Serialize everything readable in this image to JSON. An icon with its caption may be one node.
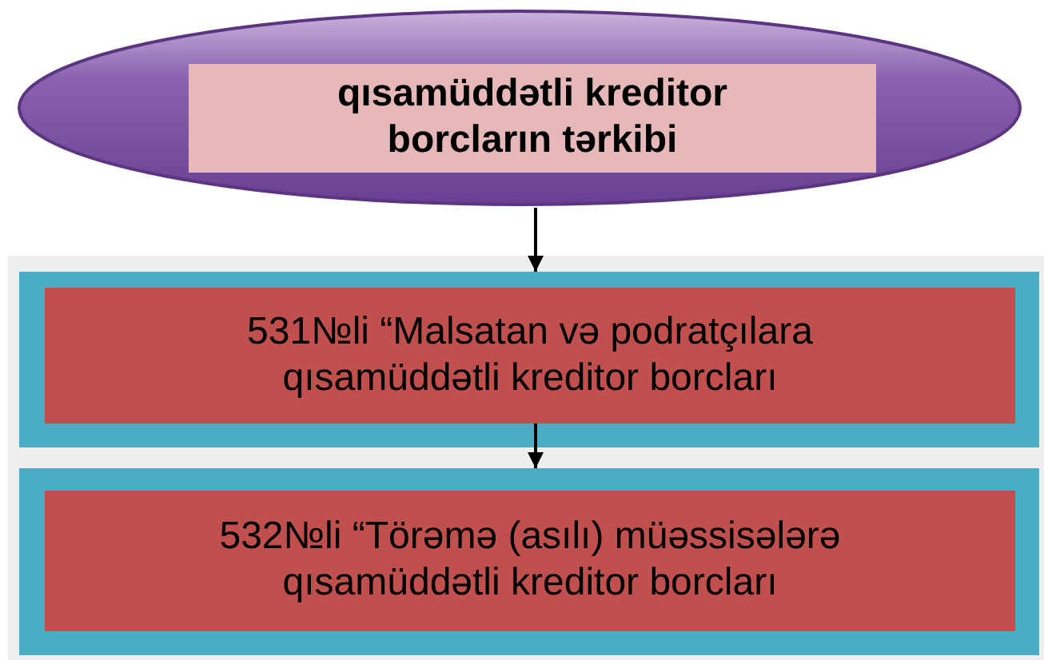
{
  "diagram": {
    "nodes": [
      {
        "text": [],
        "shape": "ellipse"
      },
      {
        "text": [
          "qısamüddətli kreditor borcların tərkibi"
        ],
        "in": 0
      },
      {
        "text": [],
        "shape": "box"
      },
      {
        "text": [
          "531№li “Malsatan və podratçılara qısamüddətli kreditor borcları"
        ],
        "in": 2
      },
      {
        "text": [],
        "shape": "box"
      },
      {
        "text": [
          "532№li “Törəmə (asılı) müəssisələrə qısamüddətli kreditor borcları"
        ],
        "in": 4
      }
    ],
    "edges": [
      {
        "from": 0,
        "to": 2,
        "arrow": "to"
      },
      {
        "from": 3,
        "to": 4,
        "arrow": "to"
      }
    ]
  }
}
